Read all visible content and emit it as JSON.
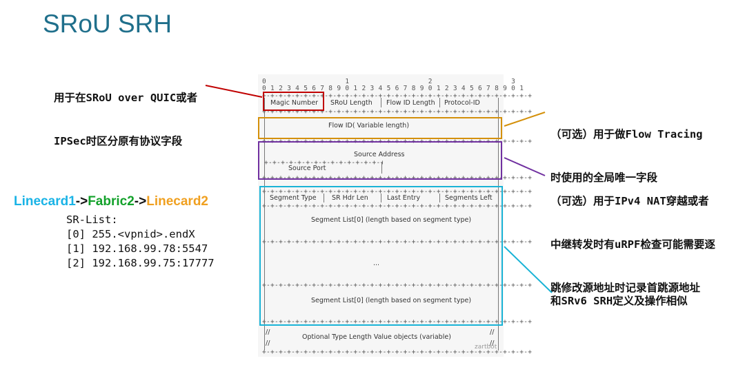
{
  "title": "SRoU SRH",
  "annotations": {
    "magic": [
      "用于在SRoU over QUIC或者",
      "IPSec时区分原有协议字段"
    ],
    "flow": [
      "（可选）用于做Flow Tracing",
      "时使用的全局唯一字段"
    ],
    "nat": [
      "（可选）用于IPv4 NAT穿越或者",
      "中继转发时有uRPF检查可能需要逐",
      "跳修改源地址时记录首跳源地址"
    ],
    "srv6": "和SRv6 SRH定义及操作相似"
  },
  "colors": {
    "title": "#1f6f8b",
    "magic_box": "#c00000",
    "flow_box": "#d4900a",
    "source_box": "#7030a0",
    "segment_box": "#19b3d6",
    "linecard": "#19b3e6",
    "fabric": "#12a12a",
    "linecard_end": "#f0a020"
  },
  "route": {
    "linecard1": "Linecard1",
    "arrow1": "->",
    "fabric2": "Fabric2",
    "arrow2": "->",
    "linecard2": "Linecard2"
  },
  "sr_list": {
    "label": "SR-List:",
    "entries": [
      "[0] 255.<vpnid>.endX",
      "[1] 192.168.99.78:5547",
      "[2] 192.168.99.75:17777"
    ]
  },
  "diagram": {
    "ruler_tens": "0                   1                   2                   3",
    "ruler_ones": "0 1 2 3 4 5 6 7 8 9 0 1 2 3 4 5 6 7 8 9 0 1 2 3 4 5 6 7 8 9 0 1",
    "separator": "+-+-+-+-+-+-+-+-+-+-+-+-+-+-+-+-+-+-+-+-+-+-+-+-+-+-+-+-+-+-+-+-+",
    "row1": {
      "magic_number": "Magic Number",
      "srou_length": "SRoU Length",
      "flow_id_length": "Flow ID Length",
      "protocol_id": "Protocol-ID"
    },
    "flow_id": "Flow ID( Variable length)",
    "source_address": "Source Address",
    "source_port": "Source Port",
    "segment_header": {
      "segment_type": "Segment Type",
      "sr_hdr_len": "SR Hdr Len",
      "last_entry": "Last Entry",
      "segments_left": "Segments Left"
    },
    "segment_list_first": "Segment List[0] (length based on segment type)",
    "ellipsis": "...",
    "segment_list_last": "Segment List[0] (length based on segment type)",
    "optional_tlv": "Optional Type Length Value objects (variable)",
    "tlv_marker": "//",
    "watermark": "zartbot"
  }
}
